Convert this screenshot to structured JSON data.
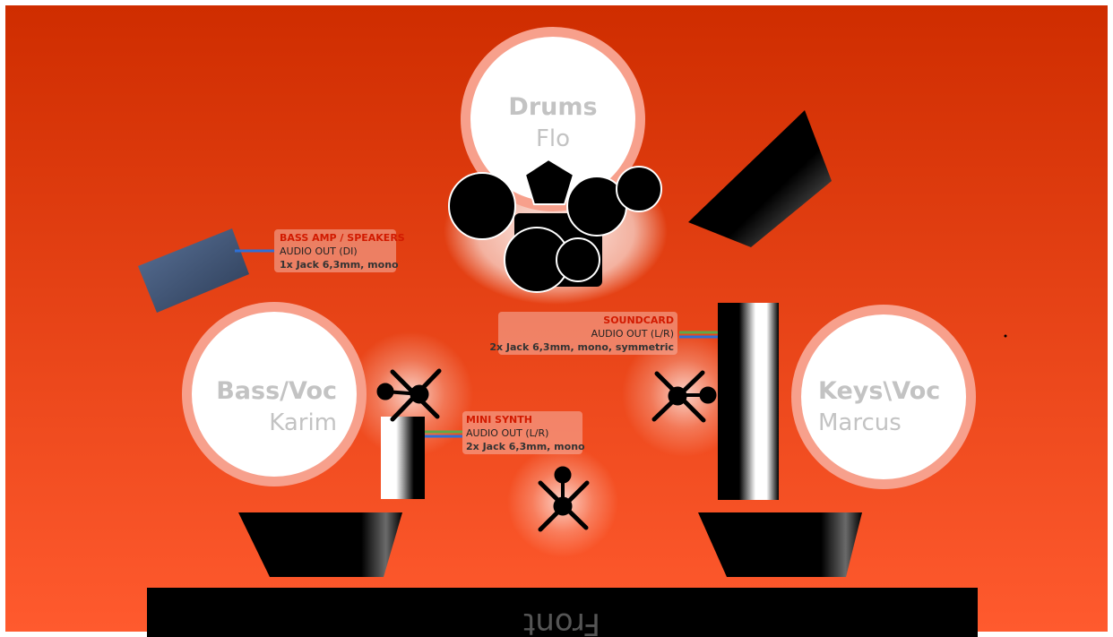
{
  "colors": {
    "background_top": "#cf2d00",
    "background_bottom": "#ff5a2e",
    "circle_ring": "#f7a08c",
    "circle_fill": "#ffffff",
    "name_text": "#c3c3c3",
    "label_head": "#d21a00",
    "label_text": "#222222",
    "label_box": "#f5b5a5",
    "equipment": "#000000",
    "amp": "#3d5270",
    "cable_blue": "#2e6fd6",
    "cable_green": "#5fa84a",
    "front_bar": "#000000",
    "front_text": "#555555"
  },
  "musicians": [
    {
      "id": "drums",
      "name": "Drums",
      "person": "Flo"
    },
    {
      "id": "bass",
      "name": "Bass/Voc",
      "person": "Karim"
    },
    {
      "id": "keys",
      "name": "Keys\\Voc",
      "person": "Marcus"
    }
  ],
  "labels": {
    "bass_amp": {
      "title": "BASS AMP / SPEAKERS",
      "lines": [
        "AUDIO OUT (DI)",
        "1x  Jack 6,3mm, mono"
      ]
    },
    "soundcard": {
      "title": "SOUNDCARD",
      "lines": [
        "AUDIO OUT (L/R)",
        "2x  Jack 6,3mm, mono, symmetric"
      ]
    },
    "mini_synth": {
      "title": "MINI SYNTH",
      "lines": [
        "AUDIO OUT (L/R)",
        "2x  Jack 6,3mm, mono"
      ]
    }
  },
  "front": {
    "label": "Front"
  },
  "icons": {
    "mic_stand": "mic-stand-icon",
    "monitor": "monitor-wedge-icon",
    "amp": "amp-icon",
    "keyboard": "keyboard-icon",
    "drum_kit": "drum-kit-icon"
  }
}
